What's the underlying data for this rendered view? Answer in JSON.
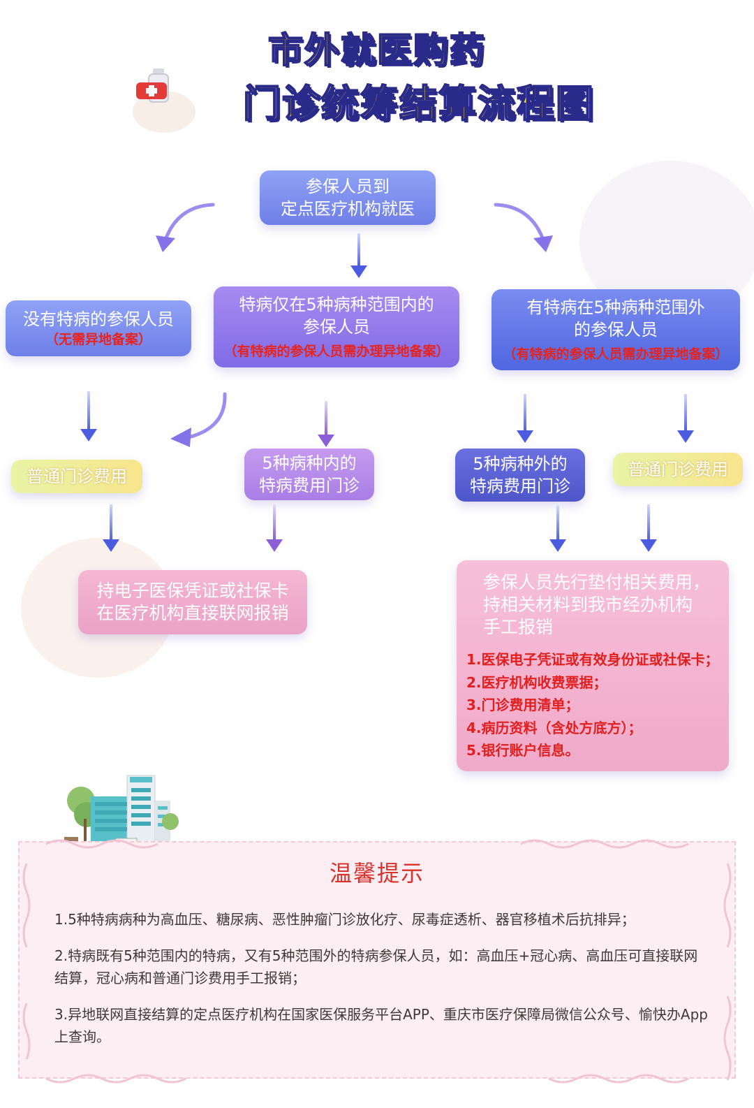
{
  "title": {
    "line1": "市外就医购药",
    "line2": "门诊统筹结算流程图"
  },
  "colors": {
    "accent_red": "#e8231d",
    "title_yellow": "#f4dd2a",
    "title_outline": "#2a2a8a"
  },
  "nodes": {
    "start": {
      "line1": "参保人员到",
      "line2": "定点医疗机构就医"
    },
    "no_special": {
      "label": "没有特病的参保人员",
      "note": "（无需异地备案）"
    },
    "special_in": {
      "line1": "特病仅在5种病种范围内的",
      "line2": "参保人员",
      "note": "（有特病的参保人员需办理异地备案）"
    },
    "special_out": {
      "line1": "有特病在5种病种范围外",
      "line2": "的参保人员",
      "note": "（有特病的参保人员需办理异地备案）"
    },
    "general_left": {
      "label": "普通门诊费用"
    },
    "in5": {
      "line1": "5种病种内的",
      "line2": "特病费用门诊"
    },
    "out5": {
      "line1": "5种病种外的",
      "line2": "特病费用门诊"
    },
    "general_right": {
      "label": "普通门诊费用"
    },
    "direct": {
      "line1": "持电子医保凭证或社保卡",
      "line2": "在医疗机构直接联网报销"
    },
    "manual": {
      "line1": "参保人员先行垫付相关费用，",
      "line2": "持相关材料到我市经办机构",
      "line3": "手工报销"
    }
  },
  "materials": [
    "1.医保电子凭证或有效身份证或社保卡；",
    "2.医疗机构收费票据；",
    "3.门诊费用清单；",
    "4.病历资料（含处方底方）；",
    "5.银行账户信息。"
  ],
  "tips": {
    "title": "温馨提示",
    "items": [
      "1.5种特病病种为高血压、糖尿病、恶性肿瘤门诊放化疗、尿毒症透析、器官移植术后抗排异；",
      "2.特病既有5种范围内的特病，又有5种范围外的特病参保人员，如：高血压+冠心病、高血压可直接联网结算，冠心病和普通门诊费用手工报销；",
      "3.异地联网直接结算的定点医疗机构在国家医保服务平台APP、重庆市医疗保障局微信公众号、愉快办App上查询。"
    ]
  }
}
